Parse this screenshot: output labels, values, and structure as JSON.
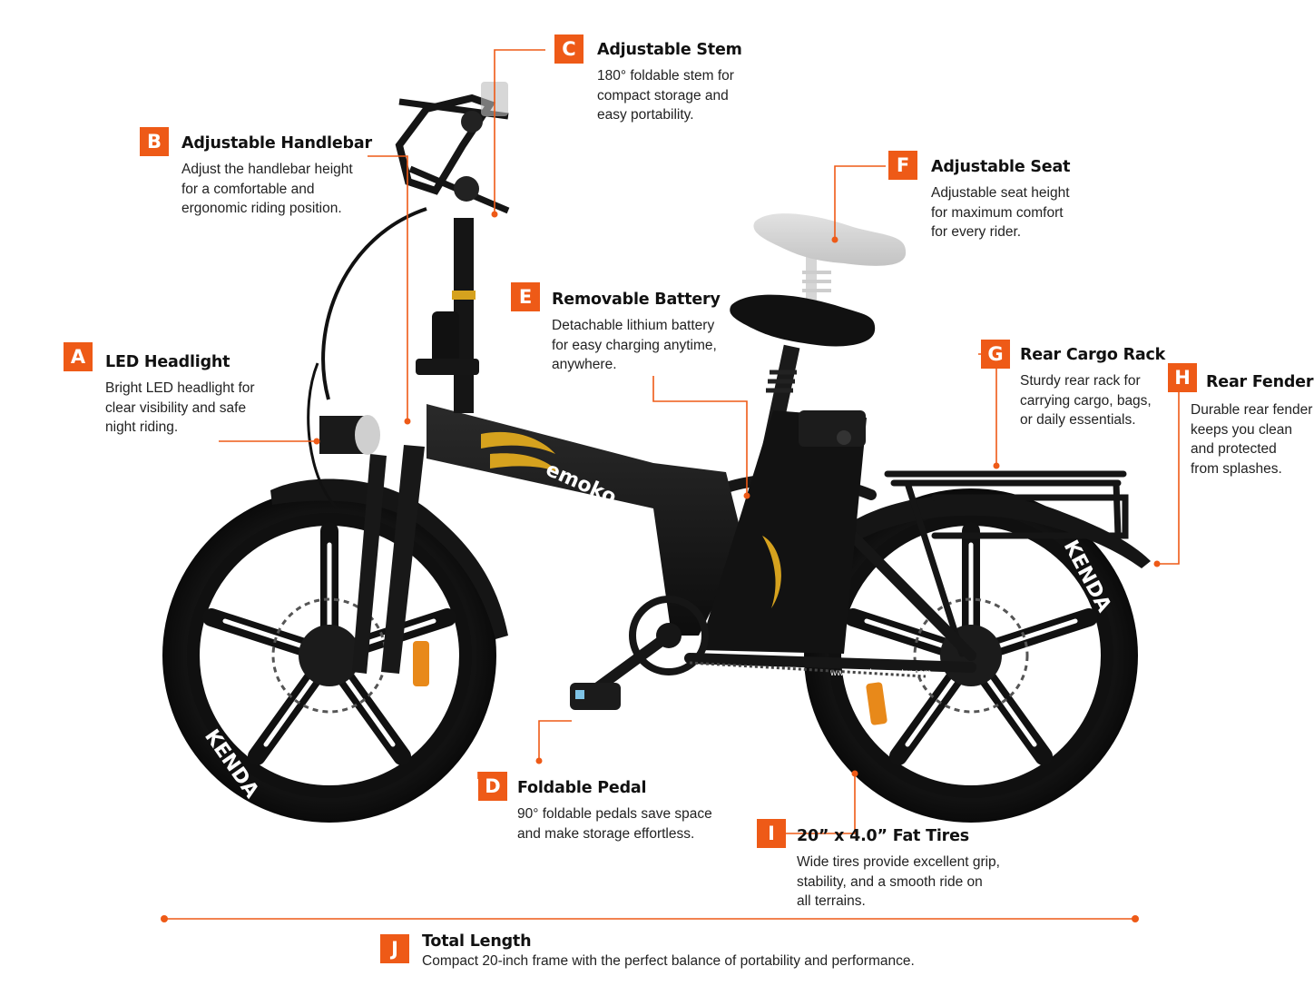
{
  "brand": {
    "frame_logo": "emoko",
    "url_decal": "www.emoko-scooter.com",
    "tire_brand": "KENDA"
  },
  "colors": {
    "accent": "#ee5a17",
    "bike_black": "#141414",
    "gold": "#d6a21e",
    "seat_ghost": "#c4c4c4"
  },
  "callouts": {
    "a": {
      "letter": "A",
      "title": "LED Headlight",
      "lines": [
        "Bright LED headlight for",
        "clear visibility and safe",
        "night riding."
      ]
    },
    "b": {
      "letter": "B",
      "title": "Adjustable Handlebar",
      "lines": [
        "Adjust the handlebar height",
        "for a comfortable and",
        "ergonomic riding position."
      ]
    },
    "c": {
      "letter": "C",
      "title": "Adjustable Stem",
      "lines": [
        "180° foldable stem for",
        "compact storage and",
        "easy portability."
      ]
    },
    "d": {
      "letter": "D",
      "title": "Foldable Pedal",
      "lines": [
        "90° foldable pedals save space",
        "and make storage effortless."
      ]
    },
    "e": {
      "letter": "E",
      "title": "Removable Battery",
      "lines": [
        "Detachable lithium battery",
        "for easy charging anytime,",
        "anywhere."
      ]
    },
    "f": {
      "letter": "F",
      "title": "Adjustable Seat",
      "lines": [
        "Adjustable seat height",
        "for maximum comfort",
        "for every rider."
      ]
    },
    "g": {
      "letter": "G",
      "title": "Rear Cargo Rack",
      "lines": [
        "Sturdy rear rack for",
        "carrying cargo, bags,",
        "or daily essentials."
      ]
    },
    "h": {
      "letter": "H",
      "title": "Rear Fender",
      "lines": [
        "Durable rear fender",
        "keeps you clean",
        "and protected",
        "from splashes."
      ]
    },
    "i": {
      "letter": "I",
      "title": "20” x 4.0” Fat Tires",
      "lines": [
        "Wide tires provide excellent grip,",
        "stability, and a smooth ride on",
        "all terrains."
      ]
    },
    "j": {
      "letter": "J",
      "title": "Total Length",
      "lines": [
        "Compact 20-inch frame with the perfect balance of portability and performance."
      ]
    }
  }
}
